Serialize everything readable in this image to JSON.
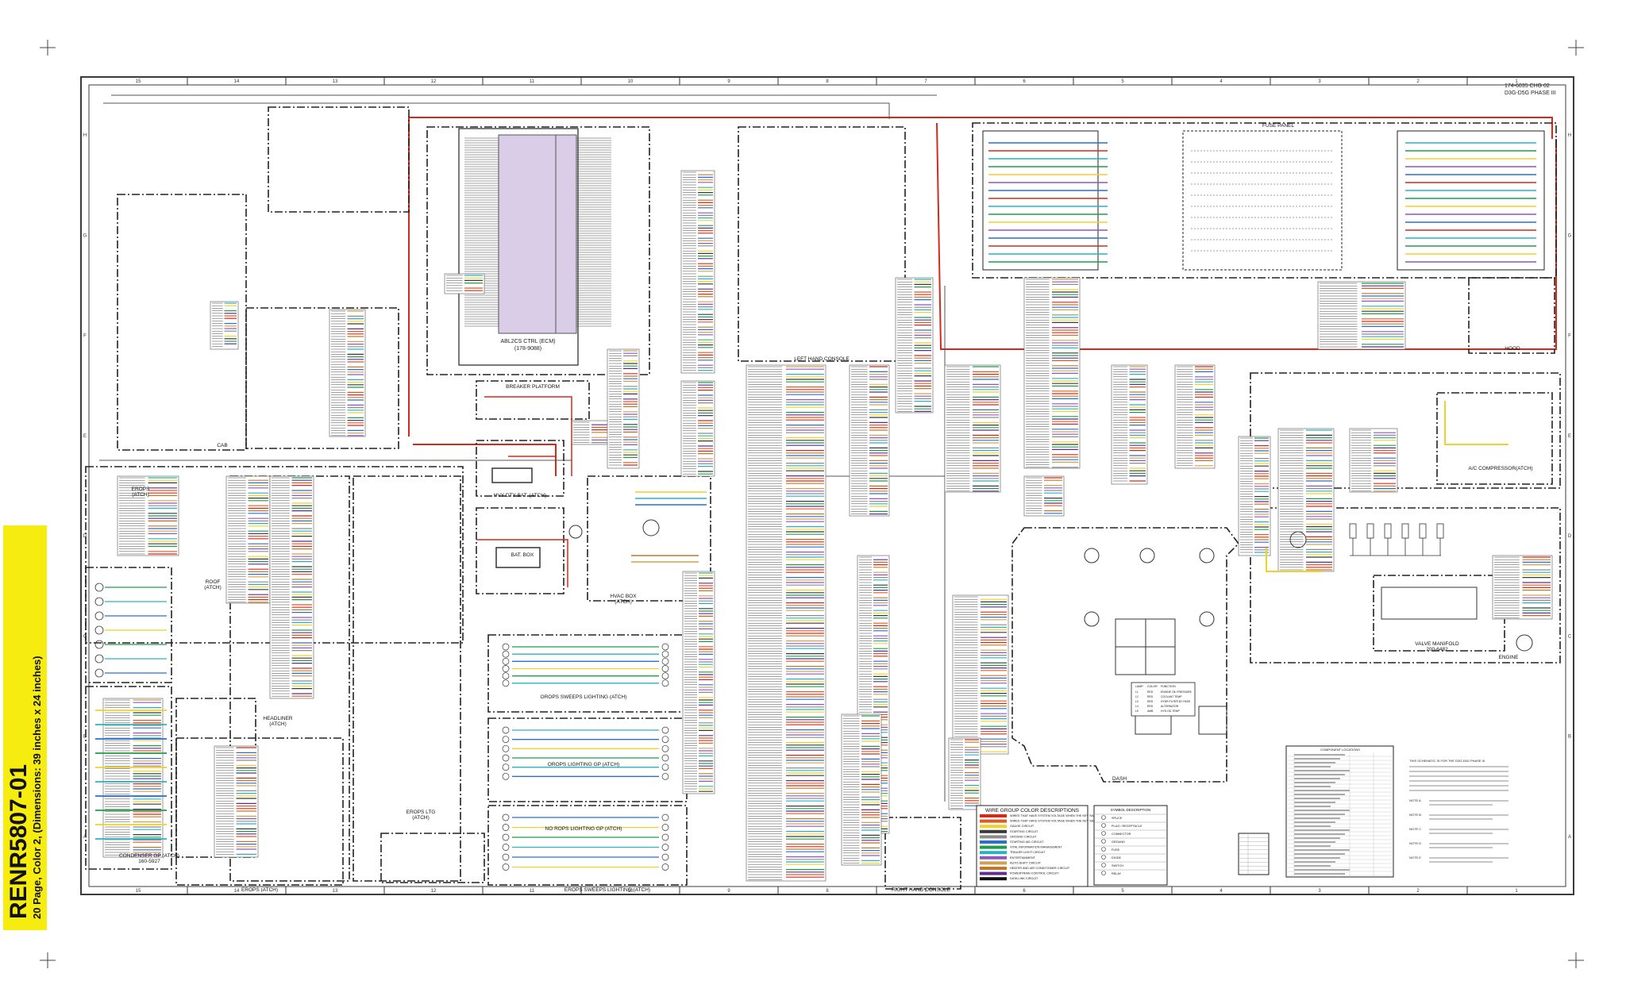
{
  "doc_tag": {
    "code": "RENR5807-01",
    "subtitle": "20 Page, Color 2, (Dimensions: 39 inches x 24 inches)"
  },
  "title_block": {
    "line1": "174-6035 CHG 02",
    "line2": "D3G-D5G PHASE III"
  },
  "border": {
    "columns": [
      "15",
      "14",
      "13",
      "12",
      "11",
      "10",
      "9",
      "8",
      "7",
      "6",
      "5",
      "4",
      "3",
      "2",
      "1"
    ],
    "rows": [
      "H",
      "G",
      "F",
      "E",
      "D",
      "C",
      "B",
      "A"
    ]
  },
  "regions": {
    "cab": "CAB",
    "left_console": "LEFT HAND CONSOLE",
    "fuse_panel": "FUSE PANEL",
    "hood": "HOOD",
    "breaker_platform": "BREAKER PLATFORM",
    "hvy_dty_bat": "HVY DTY BAT. (ATCH)",
    "bat_box": "BAT. BOX",
    "hvac_box": "HVAC BOX\n(ATCH)",
    "erops": "EROPS\n(ATCH)",
    "roof": "ROOF\n(ATCH)",
    "headliner": "HEADLINER\n(ATCH)",
    "erops_ltg": "EROPS LTG\n(ATCH)",
    "condenser_gp": "CONDENSER GP (ATCH)\n160-5927",
    "erops_bottom": "EROPS (ATCH)",
    "orops_sweeps": "OROPS SWEEPS LIGHTING (ATCH)",
    "orops_lighting": "OROPS LIGHTING GP (ATCH)",
    "no_rops": "NO ROPS LIGHTING GP (ATCH)",
    "erops_sweeps": "EROPS SWEEPS LIGHTING (ATCH)",
    "right_console": "RIGHT HAND CONSOLE",
    "dash": "DASH",
    "ac_compressor": "A/C COMPRESSOR(ATCH)",
    "valve_manifold": "VALVE MANIFOLD\n200-6482",
    "engine": "ENGINE"
  },
  "ecm": {
    "title": "ABL2CS CTRL (ECM)",
    "part": "(178-9088)"
  },
  "legend": {
    "title": "WIRE GROUP COLOR DESCRIPTIONS",
    "items": [
      {
        "color": "#d42a1c",
        "label": "WIRES THAT HAVE SYSTEM VOLTAGE WHEN THE KEY SWITCH IS OFF"
      },
      {
        "color": "#e35a1f",
        "label": "WIRES THAT HAVE SYSTEM VOLTAGE WHEN THE KEY SWITCH IS ON"
      },
      {
        "color": "#f2d12a",
        "label": "GAUGE CIRCUIT"
      },
      {
        "color": "#3a3a3a",
        "label": "STARTING CIRCUIT"
      },
      {
        "color": "#8c8c8c",
        "label": "GROUND CIRCUIT"
      },
      {
        "color": "#2a6fd4",
        "label": "STARTING AID CIRCUIT"
      },
      {
        "color": "#1f9e4a",
        "label": "VITAL INFORMATION MANAGEMENT"
      },
      {
        "color": "#29b3c2",
        "label": "TRAILER LIGHT CIRCUIT"
      },
      {
        "color": "#8f56c2",
        "label": "ENTERTAINMENT"
      },
      {
        "color": "#d2a24a",
        "label": "AUTO-SHIFT CIRCUIT"
      },
      {
        "color": "#c27a2a",
        "label": "HEATER AND AIR CONDITIONER CIRCUIT"
      },
      {
        "color": "#5f2f8f",
        "label": "POWERTRAIN CONTROL CIRCUIT"
      },
      {
        "color": "#111111",
        "label": "DATA LINK CIRCUIT"
      }
    ]
  },
  "symbol_table": {
    "title": "SYMBOL DESCRIPTION",
    "rows": [
      "SPLICE",
      "PLUG / RECEPTACLE",
      "CONNECTOR",
      "GROUND",
      "FUSE",
      "DIODE",
      "SWITCH",
      "RELAY"
    ]
  },
  "components_table": {
    "title": "COMPONENT LOCATIONS"
  },
  "lamp_table": {
    "headers": [
      "LAMP",
      "COLOR",
      "FUNCTION"
    ],
    "rows": [
      [
        "L1",
        "RED",
        "ENGINE OIL PRESSURE"
      ],
      [
        "L2",
        "RED",
        "COOLANT TEMP"
      ],
      [
        "L3",
        "RED",
        "HYDR FILTER BY PASS"
      ],
      [
        "L4",
        "RED",
        "ALTERNATOR"
      ],
      [
        "L5",
        "AMB",
        "HYD OIL TEMP"
      ]
    ]
  },
  "notes": {
    "intro": "THIS SCHEMATIC IS FOR THE D3G-D5G PHASE III",
    "list": [
      "NOTE A",
      "NOTE B",
      "NOTE C",
      "NOTE D",
      "NOTE E"
    ]
  },
  "colors": {
    "frame": "#3b3b3b",
    "ecm_fill": "#d9cde8",
    "tag_yellow": "#f6ec10"
  }
}
